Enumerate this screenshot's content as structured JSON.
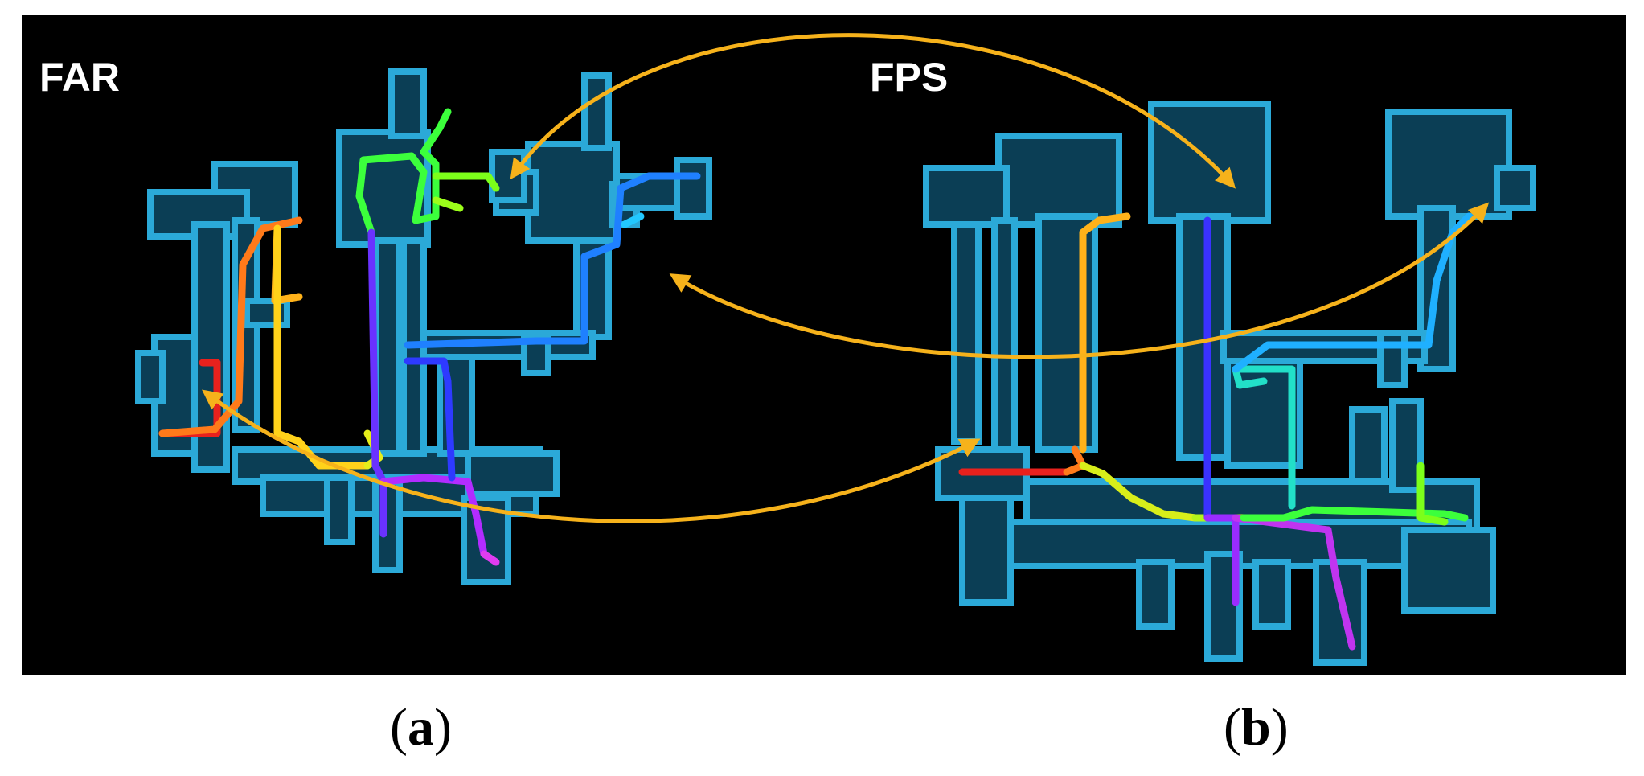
{
  "panel_labels": {
    "left": "FAR",
    "right": "FPS"
  },
  "captions": {
    "left": "a",
    "right": "b"
  },
  "colors": {
    "background": "#000000",
    "map_outline": "#2ba9d8",
    "map_fill": "#0b3e55",
    "arrow": "#f6b21b",
    "path_gradient": [
      "#e8211d",
      "#ff7a1a",
      "#ffd21a",
      "#c8f41a",
      "#3cff3c",
      "#22e0c8",
      "#1fb0ff",
      "#2060ff",
      "#3a32ff",
      "#9a2cff",
      "#e03cf0"
    ]
  },
  "icons": {
    "arrow_heads": "double-headed-arrow"
  }
}
